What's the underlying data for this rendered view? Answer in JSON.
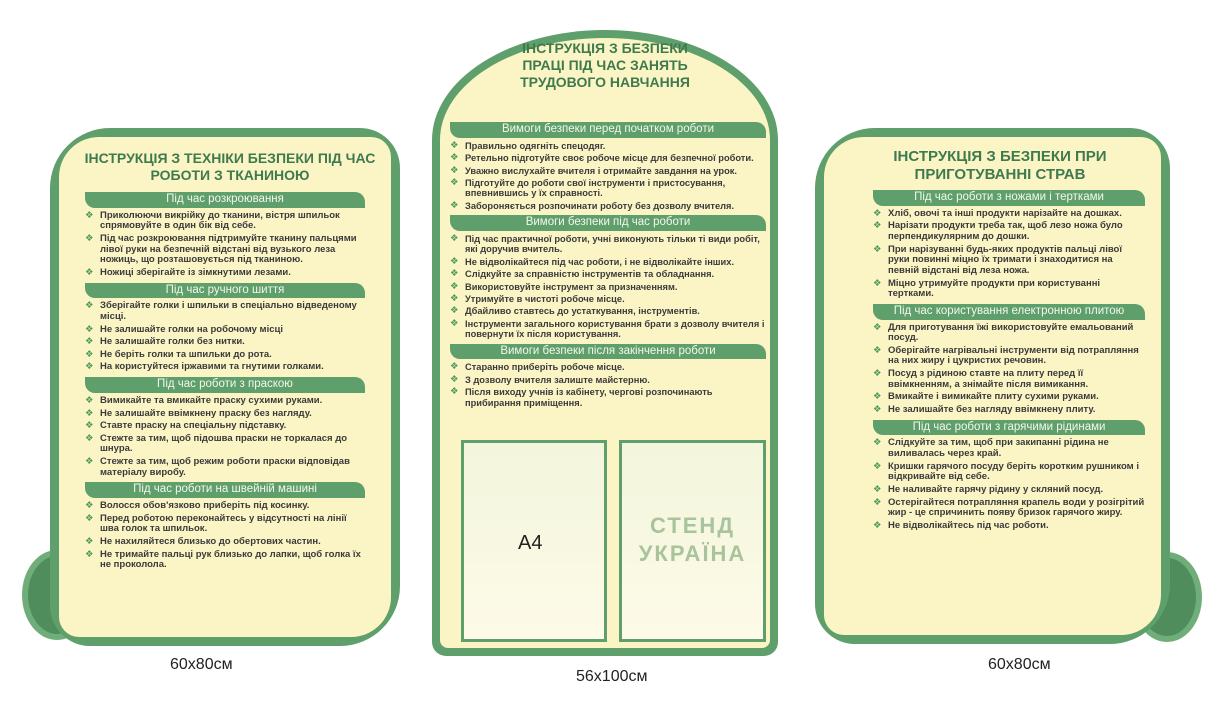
{
  "left": {
    "title": "ІНСТРУКЦІЯ З ТЕХНІКИ БЕЗПЕКИ ПІД ЧАС РОБОТИ З ТКАНИНОЮ",
    "size": "60х80см",
    "sections": [
      {
        "header": "Під час розкроювання",
        "items": [
          "Приколюючи викрійку до тканини, вістря шпильок спрямовуйте в один бік від себе.",
          "Під час розкроювання підтримуйте тканину пальцями лівої руки на безпечній відстані від вузького леза ножиць, що розташовується під тканиною.",
          "Ножиці зберігайте із зімкнутими лезами."
        ]
      },
      {
        "header": "Під час ручного шиття",
        "items": [
          "Зберігайте голки і шпильки в спеціально відведеному місці.",
          "Не залишайте голки на робочому місці",
          "Не залишайте голки без нитки.",
          "Не беріть голки та шпильки до рота.",
          "На користуйтеся іржавими та гнутими голками."
        ]
      },
      {
        "header": "Під час роботи з праскою",
        "items": [
          "Вимикайте та вмикайте праску сухими руками.",
          "Не залишайте ввімкнену праску без нагляду.",
          "Ставте праску на спеціальну підставку.",
          "Стежте за тим, щоб підошва праски не торкалася до шнура.",
          "Стежте за тим, щоб режим роботи праски відповідав матеріалу виробу."
        ]
      },
      {
        "header": "Під час роботи на швейній машині",
        "items": [
          "Волосся обов'язково приберіть під косинку.",
          "Перед роботою переконайтесь у відсутності на лінії шва голок та шпильок.",
          "Не нахиляйтеся близько до обертових частин.",
          "Не тримайте пальці рук близько до лапки, щоб голка їх не проколола."
        ]
      }
    ]
  },
  "center": {
    "title": "ІНСТРУКЦІЯ З БЕЗПЕКИ ПРАЦІ ПІД ЧАС ЗАНЯТЬ ТРУДОВОГО НАВЧАННЯ",
    "size": "56х100см",
    "pocket_label": "А4",
    "sections": [
      {
        "header": "Вимоги безпеки перед початком роботи",
        "items": [
          "Правильно одягніть спецодяг.",
          "Ретельно підготуйте своє робоче місце для безпечної роботи.",
          "Уважно вислухайте вчителя і отримайте завдання на урок.",
          "Підготуйте до роботи свої інструменти і пристосування, впевнившись у їх справності.",
          "Забороняється розпочинати роботу без дозволу вчителя."
        ]
      },
      {
        "header": "Вимоги безпеки під час роботи",
        "items": [
          "Під час практичної роботи, учні виконують тільки ті види робіт, які доручив вчитель.",
          "Не відволікайтеся під час роботи, і не відволікайте інших.",
          "Слідкуйте за справністю інструментів та обладнання.",
          "Використовуйте інструмент за призначенням.",
          "Утримуйте в чистоті робоче місце.",
          "Дбайливо ставтесь до устаткування, інструментів.",
          "Інструменти загального користування брати з дозволу вчителя і повернути їх після користування."
        ]
      },
      {
        "header": "Вимоги безпеки після закінчення роботи",
        "items": [
          "Старанно приберіть робоче місце.",
          "З дозволу вчителя залиште майстерню.",
          "Після виходу учнів із кабінету, чергові розпочинають прибирання приміщення."
        ]
      }
    ]
  },
  "right": {
    "title": "ІНСТРУКЦІЯ З БЕЗПЕКИ ПРИ ПРИГОТУВАННІ СТРАВ",
    "size": "60х80см",
    "sections": [
      {
        "header": "Під час роботи з ножами і тертками",
        "items": [
          "Хліб, овочі та інші продукти нарізайте на дошках.",
          "Нарізати продукти треба так, щоб лезо ножа було перпендикулярним до дошки.",
          "При нарізуванні будь-яких продуктів пальці лівої руки повинні міцно їх тримати і знаходитися на певній відстані від леза ножа.",
          "Міцно утримуйте продукти при користуванні тертками."
        ]
      },
      {
        "header": "Під час користування електронною плитою",
        "items": [
          "Для приготування їжі використовуйте емальований посуд.",
          "Оберігайте нагрівальні інструменти від потрапляння на них жиру і цукристих речовин.",
          "Посуд з рідиною ставте на плиту перед її ввімкненням, а знімайте після вимикання.",
          "Вмикайте і вимикайте плиту сухими руками.",
          "Не залишайте без нагляду ввімкнену плиту."
        ]
      },
      {
        "header": "Під час роботи з гарячими рідинами",
        "items": [
          "Слідкуйте за тим, щоб при закипанні рідина не виливалась через край.",
          "Кришки гарячого посуду беріть коротким рушником і відкривайте від себе.",
          "Не наливайте гарячу рідину у скляний посуд.",
          "Остерігайтеся потрапляння крапель води у розігрітий жир - це спричинить появу бризок гарячого жиру.",
          "Не відволікайтесь під час роботи."
        ]
      }
    ]
  },
  "watermark": {
    "line1": "СТЕНД",
    "line2": "УКРАЇНА"
  },
  "colors": {
    "green": "#5f9f6b",
    "cream": "#fbf5c6",
    "title_green": "#3f7a4e"
  }
}
